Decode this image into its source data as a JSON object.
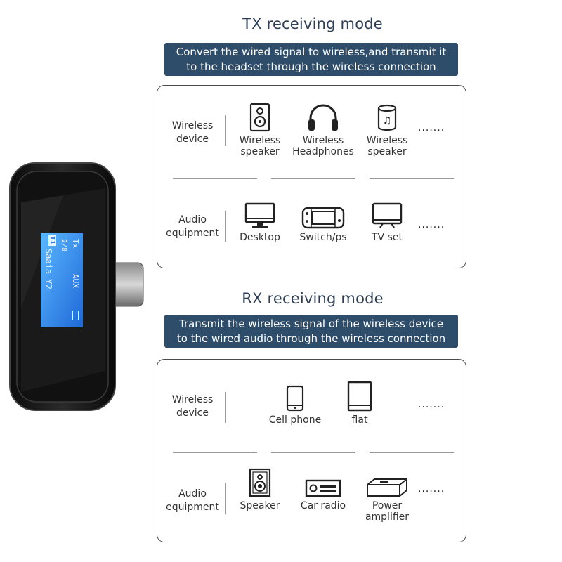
{
  "tx": {
    "title": "TX receiving mode",
    "banner": [
      "Convert the wired signal to wireless,and transmit it",
      "to the headset through the wireless connection"
    ],
    "rows": [
      {
        "label": [
          "Wireless",
          "device"
        ],
        "items": [
          {
            "label": [
              "Wireless",
              "speaker"
            ],
            "icon": "bookshelf-speaker-icon"
          },
          {
            "label": [
              "Wireless",
              "Headphones"
            ],
            "icon": "headphones-icon"
          },
          {
            "label": [
              "Wireless",
              "speaker"
            ],
            "icon": "smart-speaker-icon"
          }
        ],
        "more": "......."
      },
      {
        "label": [
          "Audio",
          "equipment"
        ],
        "items": [
          {
            "label": [
              "Desktop"
            ],
            "icon": "desktop-monitor-icon"
          },
          {
            "label": [
              "Switch/ps"
            ],
            "icon": "game-console-icon"
          },
          {
            "label": [
              "TV set"
            ],
            "icon": "tv-icon"
          }
        ],
        "more": "......."
      }
    ]
  },
  "rx": {
    "title": "RX receiving mode",
    "banner": [
      "Transmit the wireless signal of the wireless device",
      "to the wired audio through the wireless connection"
    ],
    "rows": [
      {
        "label": [
          "Wireless",
          "device"
        ],
        "items": [
          {
            "label": [
              "Cell phone"
            ],
            "icon": "phone-icon"
          },
          {
            "label": [
              "flat"
            ],
            "icon": "tablet-icon"
          }
        ],
        "more": "......."
      },
      {
        "label": [
          "Audio",
          "equipment"
        ],
        "items": [
          {
            "label": [
              "Speaker"
            ],
            "icon": "speaker-icon"
          },
          {
            "label": [
              "Car radio"
            ],
            "icon": "car-radio-icon"
          },
          {
            "label": [
              "Power",
              "amplifier"
            ],
            "icon": "amplifier-icon"
          }
        ],
        "more": "......."
      }
    ]
  },
  "device_screen": {
    "badge": "T1",
    "name": "Saaia Y2",
    "track": "2/8",
    "mode": "Tx",
    "source": "AUX"
  },
  "colors": {
    "banner": "#2d4d6b",
    "title": "#2e3f55",
    "screen": "#1f7fe0"
  }
}
